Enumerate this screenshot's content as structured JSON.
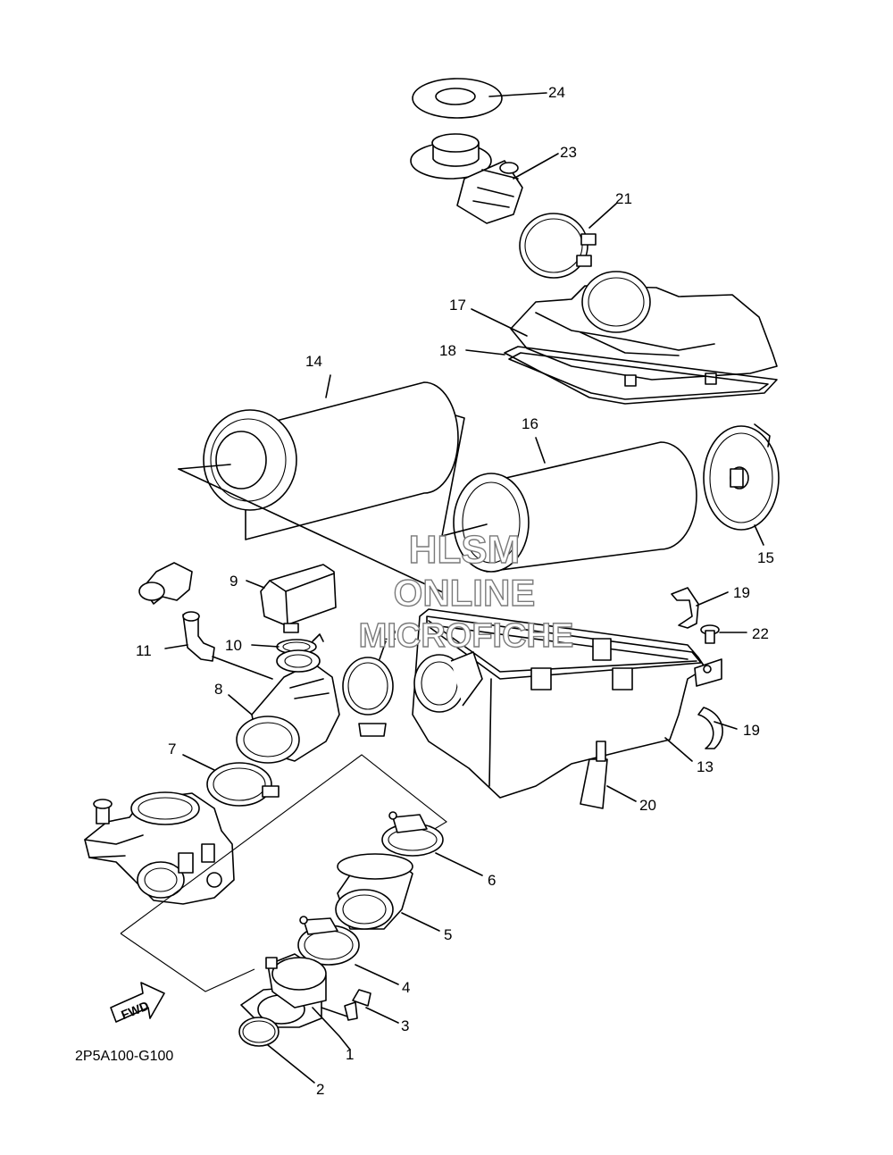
{
  "diagram_code": "2P5A100-G100",
  "fwd_label": "FWD",
  "watermark": {
    "line1": "HLSM",
    "line2": "ONLINE",
    "line3": "MICROFICHE"
  },
  "callouts": {
    "n1": "1",
    "n2": "2",
    "n3": "3",
    "n4": "4",
    "n5": "5",
    "n6": "6",
    "n7": "7",
    "n8": "8",
    "n9": "9",
    "n10": "10",
    "n11": "11",
    "n12": "12",
    "n13": "13",
    "n14": "14",
    "n15": "15",
    "n16": "16",
    "n17": "17",
    "n18": "18",
    "n19a": "19",
    "n19b": "19",
    "n20": "20",
    "n21": "21",
    "n22": "22",
    "n23": "23",
    "n24": "24"
  }
}
